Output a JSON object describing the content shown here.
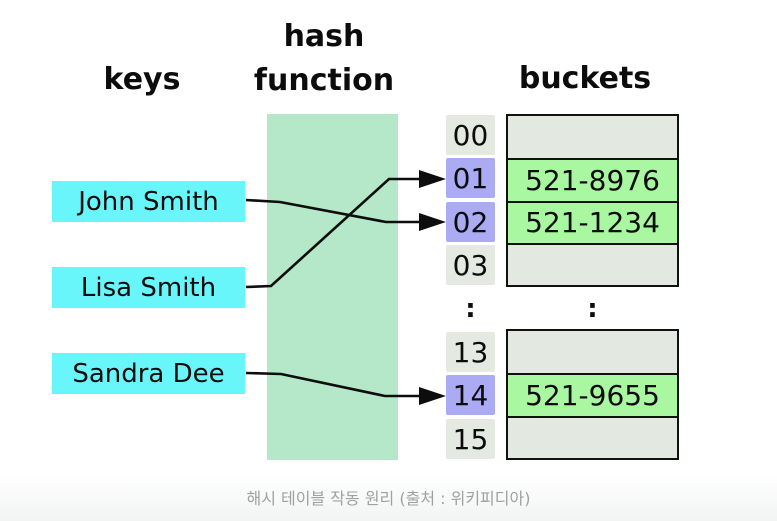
{
  "headers": {
    "keys": "keys",
    "hash_line1": "hash",
    "hash_line2": "function",
    "buckets": "buckets"
  },
  "keys": [
    {
      "label": "John Smith"
    },
    {
      "label": "Lisa Smith"
    },
    {
      "label": "Sandra Dee"
    }
  ],
  "index_column": {
    "top_cells": [
      {
        "label": "00",
        "highlighted": false
      },
      {
        "label": "01",
        "highlighted": true
      },
      {
        "label": "02",
        "highlighted": true
      },
      {
        "label": "03",
        "highlighted": false
      }
    ],
    "ellipsis": ":",
    "bottom_cells": [
      {
        "label": "13",
        "highlighted": false
      },
      {
        "label": "14",
        "highlighted": true
      },
      {
        "label": "15",
        "highlighted": false
      }
    ]
  },
  "bucket_column": {
    "top_rows": [
      {
        "value": "",
        "filled": false
      },
      {
        "value": "521-8976",
        "filled": true
      },
      {
        "value": "521-1234",
        "filled": true
      },
      {
        "value": "",
        "filled": false
      }
    ],
    "ellipsis": ":",
    "bottom_rows": [
      {
        "value": "",
        "filled": false
      },
      {
        "value": "521-9655",
        "filled": true
      },
      {
        "value": "",
        "filled": false
      }
    ]
  },
  "mappings": [
    {
      "key": "John Smith",
      "bucket_index": "02"
    },
    {
      "key": "Lisa Smith",
      "bucket_index": "01"
    },
    {
      "key": "Sandra Dee",
      "bucket_index": "14"
    }
  ],
  "caption": "해시 테이블 작동 원리 (출처 : 위키피디아)",
  "colors": {
    "key_box": "#69f6fa",
    "hash_function_box": "#b4e8c9",
    "bucket_filled": "#a9f7a0",
    "bucket_empty": "#e3e8e0",
    "index_default": "#e4e9e1",
    "index_highlight": "#aaabf3",
    "arrow": "#0d0d0d",
    "caption_text": "#9fa0a0"
  }
}
